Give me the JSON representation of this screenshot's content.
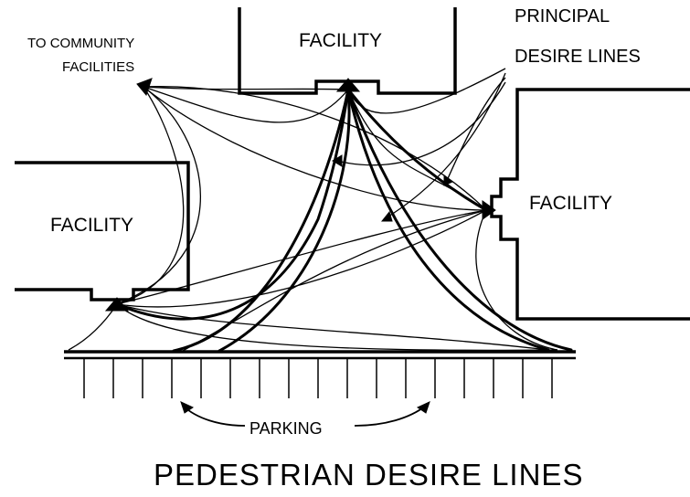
{
  "diagram": {
    "caption": "PEDESTRIAN DESIRE LINES",
    "labels": {
      "community": [
        "TO COMMUNITY",
        "FACILITIES"
      ],
      "principal": [
        "PRINCIPAL",
        "DESIRE LINES"
      ],
      "facility_top": "FACILITY",
      "facility_left": "FACILITY",
      "facility_right": "FACILITY",
      "parking": "PARKING"
    },
    "colors": {
      "ink": "#000000",
      "paper": "#ffffff"
    }
  }
}
